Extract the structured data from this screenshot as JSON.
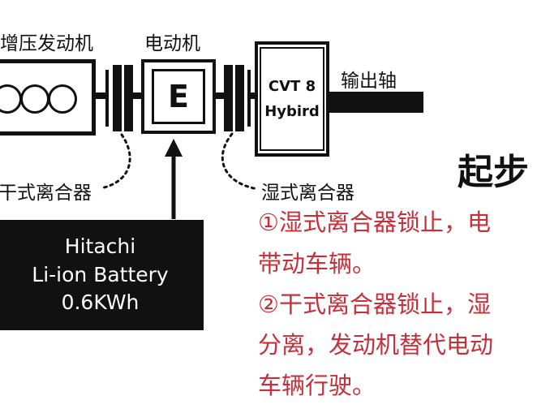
{
  "engine": {
    "label": "增压发动机"
  },
  "motor": {
    "label": "电动机",
    "symbol": "E"
  },
  "transmission": {
    "line1": "CVT 8",
    "line2": "Hybird"
  },
  "output_shaft": {
    "label": "输出轴"
  },
  "dry_clutch": {
    "label": "干式离合器"
  },
  "wet_clutch": {
    "label": "湿式离合器"
  },
  "battery": {
    "line1": "Hitachi",
    "line2": "Li-ion Battery",
    "line3": "0.6KWh"
  },
  "mode_title": "起步",
  "notes": {
    "line1": "①湿式离合器锁止，电",
    "line2": "带动车辆。",
    "line3": "②干式离合器锁止，湿",
    "line4": "分离，发动机替代电动",
    "line5": "车辆行驶。"
  },
  "colors": {
    "ink": "#111111",
    "note_red": "#c5303a",
    "battery_text": "#ffffff"
  }
}
